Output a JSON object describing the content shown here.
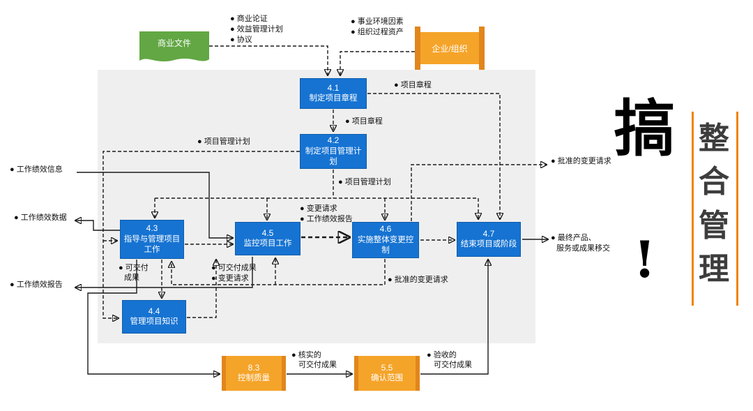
{
  "side": {
    "big_char": "搞",
    "exclamation": "!",
    "vertical_title": "整合管理"
  },
  "sources": {
    "business": {
      "label": "商业文件",
      "bullets": [
        "● 商业论证",
        "● 效益管理计划",
        "● 协议"
      ]
    },
    "org": {
      "label": "企业/组织",
      "bullets": [
        "● 事业环境因素",
        "● 组织过程资产"
      ]
    }
  },
  "processes": [
    {
      "id": "4.1",
      "name": "制定项目章程"
    },
    {
      "id": "4.2",
      "name": "制定项目管理计划"
    },
    {
      "id": "4.3",
      "name": "指导与管理项目工作"
    },
    {
      "id": "4.4",
      "name": "管理项目知识"
    },
    {
      "id": "4.5",
      "name": "监控项目工作"
    },
    {
      "id": "4.6",
      "name": "实施整体变更控制"
    },
    {
      "id": "4.7",
      "name": "结束项目或阶段"
    },
    {
      "id": "8.3",
      "name": "控制质量"
    },
    {
      "id": "5.5",
      "name": "确认范围"
    }
  ],
  "labels": {
    "charter_out": "● 项目章程",
    "charter_down": "● 项目章程",
    "plan_left": "● 项目管理计划",
    "plan_down": "● 项目管理计划",
    "work_perf_info": "● 工作绩效信息",
    "work_perf_data": "● 工作绩效数据",
    "work_perf_report_left": "● 工作绩效报告",
    "change_request": "● 变更请求",
    "work_perf_report_mid": "● 工作绩效报告",
    "deliverables_43_line1": "● 可交付",
    "deliverables_43_line2": "成果",
    "deliverables_45": "● 可交付成果",
    "change_request_45": "● 变更请求",
    "approved_change_mid": "● 批准的变更请求",
    "approved_change_right": "● 批准的变更请求",
    "final_line1": "● 最终产品、",
    "final_line2": "服务或成果移交",
    "verified_line1": "● 核实的",
    "verified_line2": "可交付成果",
    "accepted_line1": "● 验收的",
    "accepted_line2": "可交付成果"
  }
}
